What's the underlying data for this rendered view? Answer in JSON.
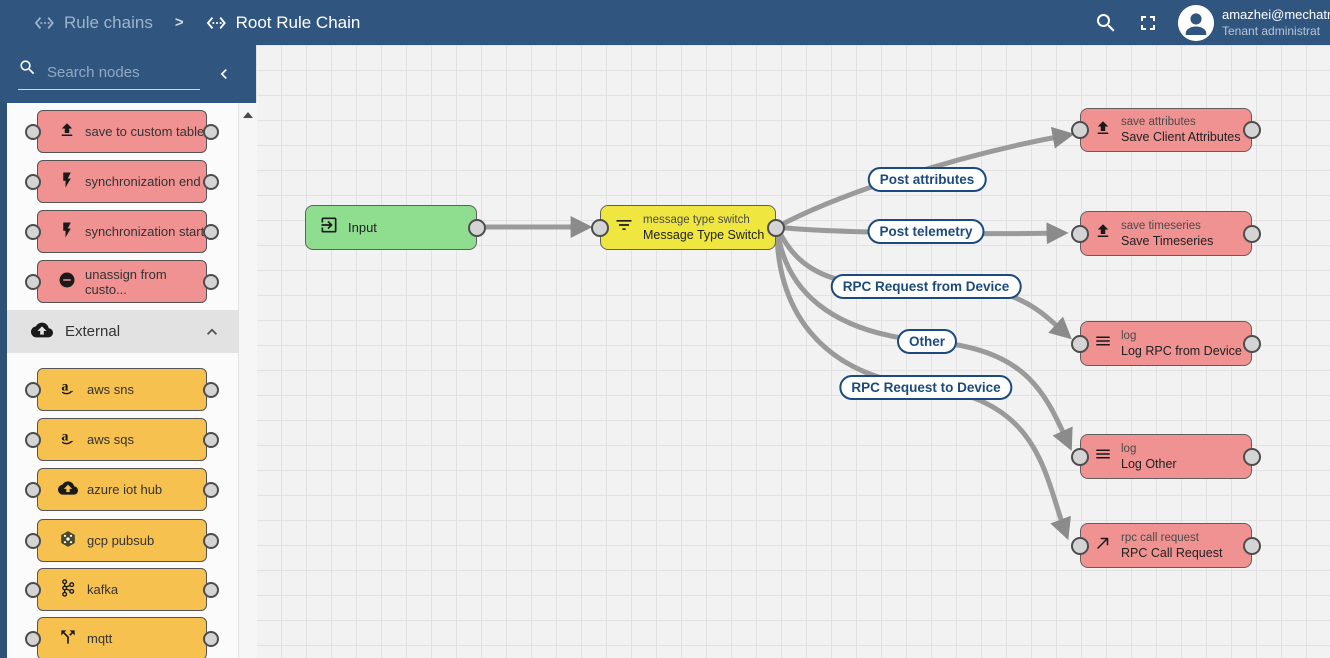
{
  "header": {
    "breadcrumb": [
      {
        "label": "Rule chains",
        "icon": "rule-chain-icon"
      },
      {
        "label": "Root Rule Chain",
        "icon": "rule-chain-icon"
      }
    ],
    "separator": ">",
    "icons": {
      "search": "search-icon",
      "fullscreen": "fullscreen-icon",
      "avatar": "user-avatar-icon"
    },
    "user": {
      "email": "amazhei@mechatr",
      "role": "Tenant administrat"
    }
  },
  "colors": {
    "header_bg": "#305680",
    "node_red": "#F09292",
    "node_yellow": "#EFE73F",
    "node_green": "#8FDE90",
    "node_orange": "#F7C14F",
    "link_label": "#1C4A7E",
    "edge": "#9A9A9A"
  },
  "sidebar": {
    "search": {
      "placeholder": "Search nodes"
    },
    "collapse_icon": "chevron-left-icon",
    "scroll_icon": "scroll-up-arrow",
    "items": [
      {
        "label": "save to custom table",
        "icon": "upload-icon"
      },
      {
        "label": "synchronization end",
        "icon": "flash-icon"
      },
      {
        "label": "synchronization start",
        "icon": "flash-icon"
      },
      {
        "label": "unassign from custo...",
        "icon": "minus-circle-icon"
      }
    ],
    "section": {
      "label": "External",
      "icon": "cloud-upload-icon",
      "state_icon": "chevron-up-icon"
    },
    "external_items": [
      {
        "label": "aws sns",
        "icon": "amazon-icon"
      },
      {
        "label": "aws sqs",
        "icon": "amazon-icon"
      },
      {
        "label": "azure iot hub",
        "icon": "cloud-upload-icon"
      },
      {
        "label": "gcp pubsub",
        "icon": "hexagon-dots-icon"
      },
      {
        "label": "kafka",
        "icon": "kafka-icon"
      },
      {
        "label": "mqtt",
        "icon": "split-arrows-icon"
      }
    ]
  },
  "canvas": {
    "nodes": [
      {
        "type": "",
        "name": "Input",
        "icon": "input-icon",
        "color": "green"
      },
      {
        "type": "message type switch",
        "name": "Message Type Switch",
        "icon": "filter-icon",
        "color": "yellow"
      },
      {
        "type": "save attributes",
        "name": "Save Client Attributes",
        "icon": "upload-icon",
        "color": "red"
      },
      {
        "type": "save timeseries",
        "name": "Save Timeseries",
        "icon": "upload-icon",
        "color": "red"
      },
      {
        "type": "log",
        "name": "Log RPC from Device",
        "icon": "menu-icon",
        "color": "red"
      },
      {
        "type": "log",
        "name": "Log Other",
        "icon": "menu-icon",
        "color": "red"
      },
      {
        "type": "rpc call request",
        "name": "RPC Call Request",
        "icon": "arrow-up-right-icon",
        "color": "red"
      }
    ],
    "links": [
      {
        "label": "Post attributes"
      },
      {
        "label": "Post telemetry"
      },
      {
        "label": "RPC Request from Device"
      },
      {
        "label": "Other"
      },
      {
        "label": "RPC Request to Device"
      }
    ]
  }
}
